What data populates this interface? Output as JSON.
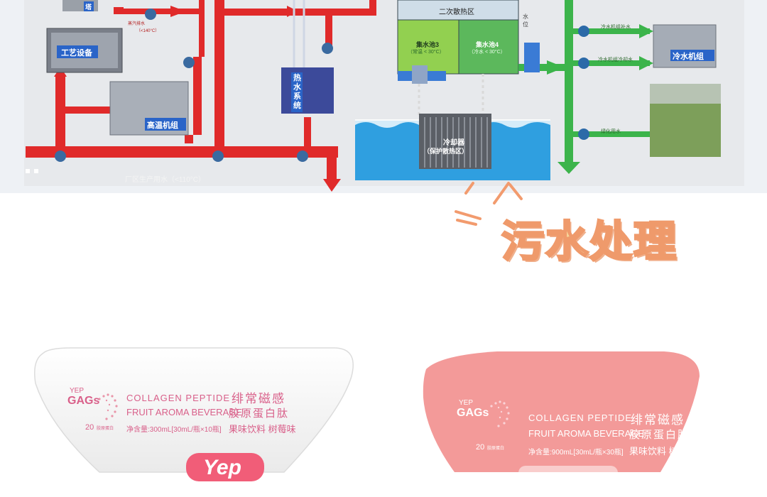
{
  "diagram": {
    "labels": {
      "process_equipment": "工艺设备",
      "high_temp_unit": "高温机组",
      "heat_exchanger": "热水系统",
      "secondary_cooling": "二次散热区",
      "pool3": "集水池3",
      "pool3_sub": "（常温 < 30°C）",
      "pool4": "集水池4",
      "pool4_sub": "（冷水 < 30°C）",
      "cooler": "冷却器",
      "cooler_sub": "（保护散热区）",
      "chiller": "冷水机组",
      "steam_note": "蒸汽排水",
      "steam_temp": "（<140°C）",
      "chiller_supply": "冷水机组补水",
      "chiller_cooling": "冷水机组冷却水",
      "green_water": "绿化用水",
      "bottom_note": "厂区生产用水（<110°C）",
      "level": "水位",
      "tower": "塔"
    }
  },
  "section_title": "污水处理",
  "packages": {
    "left": {
      "brand_top": "YEP",
      "brand": "GAGs",
      "brand_num": "20",
      "brand_sub": "胶原蛋白",
      "line1_en": "COLLAGEN PEPTIDE",
      "line1_cn": "绯常磁感",
      "line2_en": "FRUIT AROMA BEVERAGE",
      "line2_cn": "胶原蛋白肽",
      "line3": "净含量:300mL[30mL/瓶×10瓶]",
      "line3_cn": "果味饮料 树莓味",
      "logo": "Yep"
    },
    "right": {
      "brand_top": "YEP",
      "brand": "GAGs",
      "brand_num": "20",
      "brand_sub": "胶原蛋白",
      "line1_en": "COLLAGEN PEPTIDE",
      "line1_cn": "绯常磁感",
      "line2_en": "FRUIT AROMA BEVERAGE",
      "line2_cn": "胶原蛋白肽",
      "line3": "净含量:900mL[30mL/瓶×30瓶]",
      "line3_cn": "果味饮料 树莓味"
    }
  }
}
